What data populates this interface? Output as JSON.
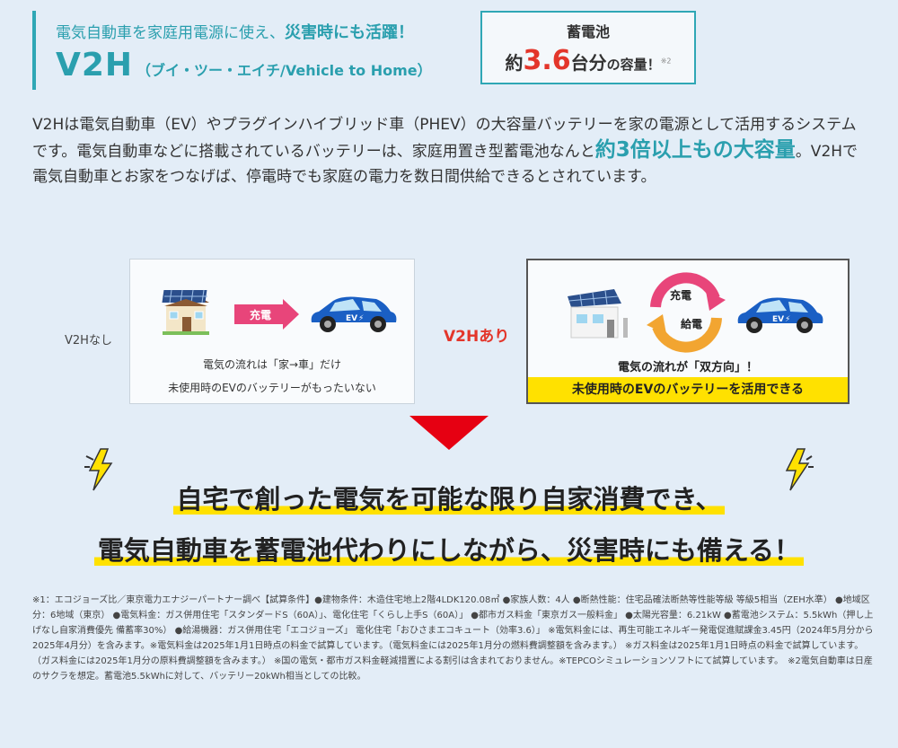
{
  "header": {
    "subtitle_pre": "電気自動車を家庭用電源に使え、",
    "subtitle_strong": "災害時にも活躍！",
    "title_main": "V2H",
    "title_sub": "（ブイ・ツー・エイチ/Vehicle to Home）"
  },
  "capacity": {
    "label": "蓄電池",
    "prefix": "約",
    "number": "3.6",
    "unit": "台分",
    "suffix": "の容量！",
    "note": "※2"
  },
  "intro": {
    "part1": "V2Hは電気自動車（EV）やプラグインハイブリッド車（PHEV）の大容量バッテリーを家の電源として活用するシステムです。電気自動車などに搭載されているバッテリーは、家庭用置き型蓄電池なんと",
    "highlight": "約3倍以上もの大容量",
    "part2": "。V2Hで電気自動車とお家をつなげば、停電時でも家庭の電力を数日間供給できるとされています。"
  },
  "without": {
    "label": "V2Hなし",
    "arrow_label": "充電",
    "ev_badge": "EV",
    "line1": "電気の流れは「家→車」だけ",
    "line2": "未使用時のEVのバッテリーがもったいない"
  },
  "with": {
    "label": "V2Hあり",
    "charge_label": "充電",
    "supply_label": "給電",
    "ev_badge": "EV",
    "line1": "電気の流れが「双方向」！",
    "highlight": "未使用時のEVのバッテリーを活用できる"
  },
  "message": {
    "line1": "自宅で創った電気を可能な限り自家消費でき、",
    "line2": "電気自動車を蓄電池代わりにしながら、災害時にも備える！"
  },
  "notes": "※1：エコジョーズ比／東京電力エナジーパートナー調べ【試算条件】●建物条件：木造住宅地上2階4LDK120.08㎡ ●家族人数：4人 ●断熱性能：住宅品確法断熱等性能等級 等級5相当（ZEH水準） ●地域区分：6地域（東京） ●電気料金：ガス併用住宅「スタンダードS（60A）」、電化住宅「くらし上手S（60A）」 ●都市ガス料金「東京ガス一般料金」 ●太陽光容量：6.21kW ●蓄電池システム：5.5kWh（押し上げなし自家消費優先 備蓄率30%） ●給湯機器：ガス併用住宅「エコジョーズ」 電化住宅「おひさまエコキュート（効率3.6）」 ※電気料金には、再生可能エネルギー発電促進賦課金3.45円（2024年5月分から2025年4月分）を含みます。※電気料金は2025年1月1日時点の料金で試算しています。（電気料金には2025年1月分の燃料費調整額を含みます。） ※ガス料金は2025年1月1日時点の料金で試算しています。（ガス料金には2025年1月分の原料費調整額を含みます。） ※国の電気・都市ガス料金軽減措置による割引は含まれておりません。※TEPCOシミュレーションソフトにて試算しています。　※2電気自動車は日産のサクラを想定。蓄電池5.5kWhに対して、バッテリー20kWh相当としての比較。",
  "colors": {
    "teal": "#2a9fae",
    "red": "#e3362b",
    "yellow": "#ffe100",
    "car_blue": "#1a5fc4",
    "background": "#e3edf7"
  }
}
